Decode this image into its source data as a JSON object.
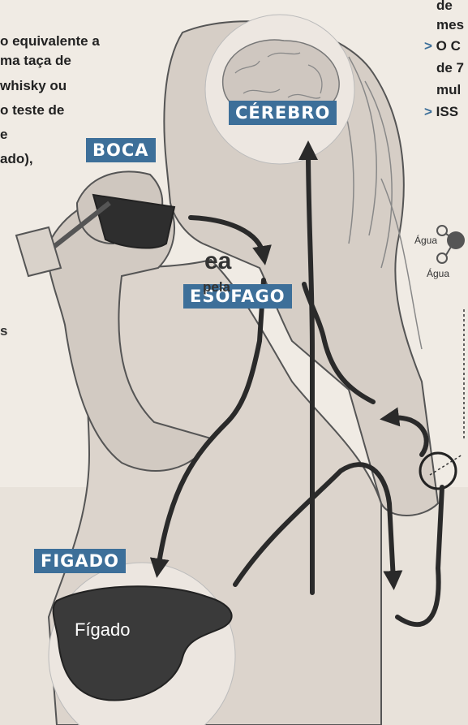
{
  "labels": {
    "brain": "CÉREBRO",
    "mouth": "BOCA",
    "esophagus": "ESÔFAGO",
    "liver_label": "FIGADO",
    "liver_caption": "Fígado"
  },
  "left_text": [
    "o equivalente a",
    "ma taça de",
    "whisky ou",
    "o teste de",
    "e",
    "ado),"
  ],
  "left_fragments": {
    "big": "ea",
    "small": "pela",
    "tiny": "s"
  },
  "right_text": {
    "line1": "de",
    "line2": "mes",
    "line3_arrow": ">",
    "line3": "O C",
    "line4": "de 7",
    "line5": "mul",
    "line6_arrow": ">",
    "line6": "ISS"
  },
  "molecule": {
    "top": "Água",
    "bottom": "Água"
  },
  "colors": {
    "label_bg": "#3d6f99",
    "arrow": "#2a2a2a",
    "paper": "#f0ebe4",
    "liver": "#3a3a3a"
  }
}
